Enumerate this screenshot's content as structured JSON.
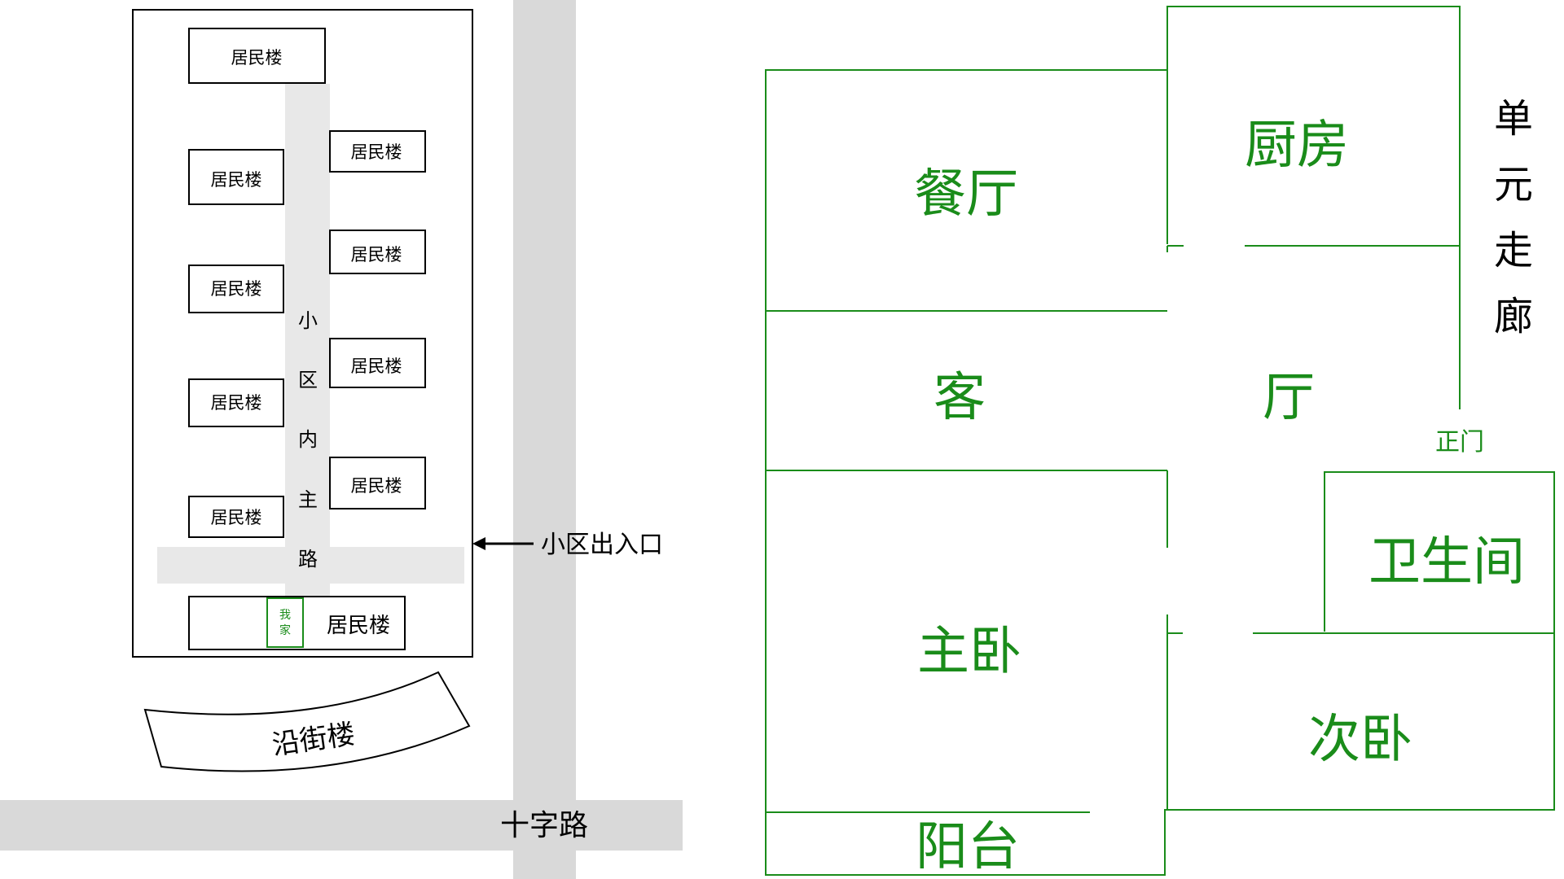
{
  "site_map": {
    "building_label": "居民楼",
    "main_road_chars": [
      "小",
      "区",
      "内",
      "主",
      "路"
    ],
    "entrance_label": "小区出入口",
    "my_home_chars": [
      "我",
      "家"
    ],
    "street_building_label": "沿街楼",
    "crossroad_label": "十字路"
  },
  "floor_plan": {
    "corridor_chars": [
      "单",
      "元",
      "走",
      "廊"
    ],
    "dining_room": "餐厅",
    "kitchen": "厨房",
    "living_room_left": "客",
    "living_room_right": "厅",
    "main_door": "正门",
    "bathroom": "卫生间",
    "master_bedroom": "主卧",
    "second_bedroom": "次卧",
    "balcony": "阳台"
  },
  "colors": {
    "line": "#000000",
    "road": "#d9d9d9",
    "inner_road": "#e8e8e8",
    "plan": "#1a8c1a"
  }
}
